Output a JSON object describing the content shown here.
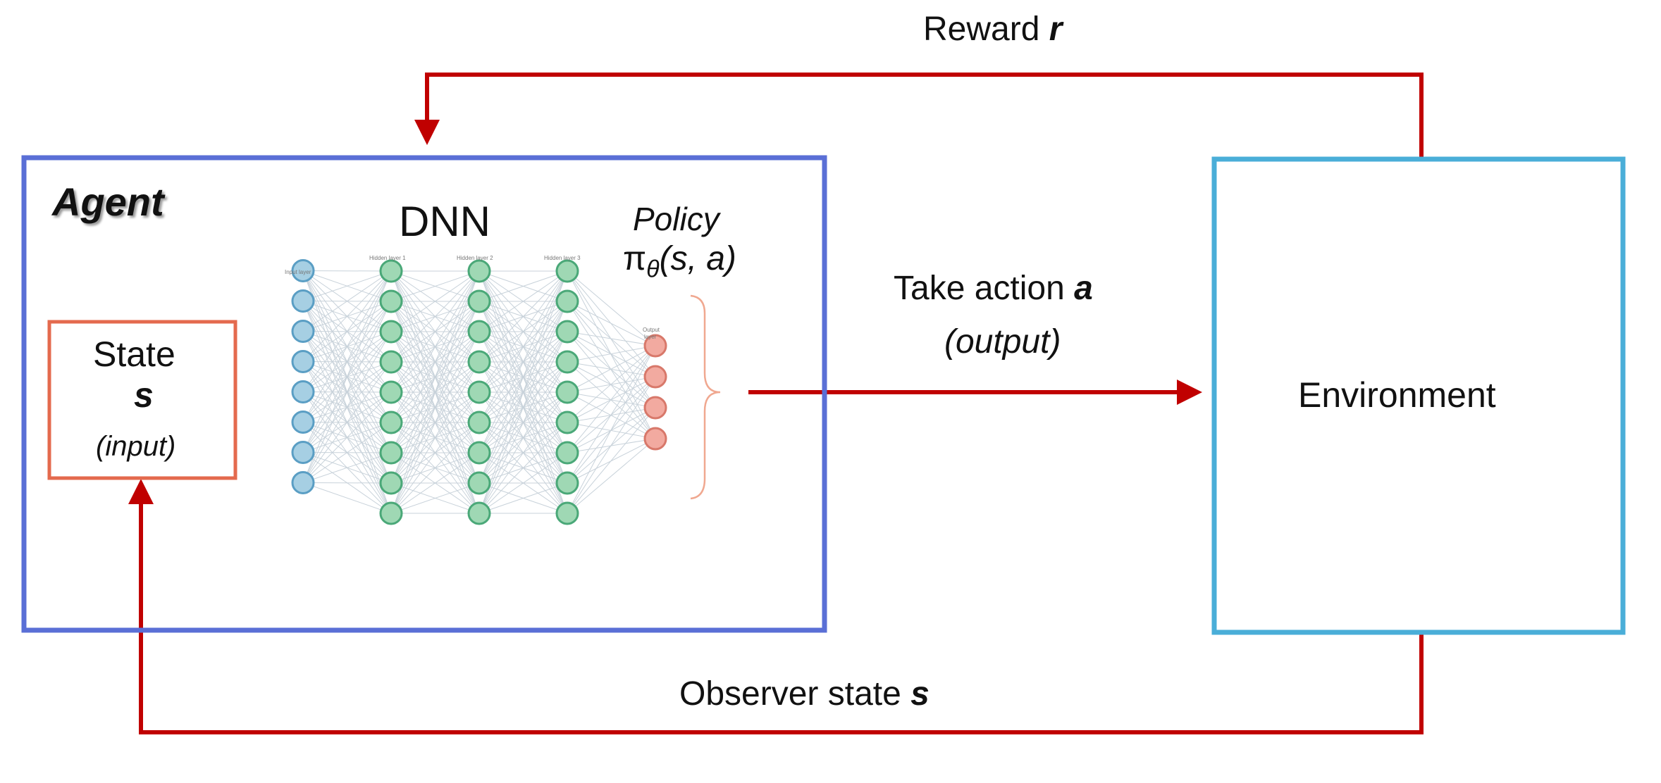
{
  "reward": {
    "text": "Reward ",
    "var": "r"
  },
  "agent": {
    "label": "Agent"
  },
  "dnn": {
    "title": "DNN",
    "input_label": "Input layer",
    "hidden_labels": [
      "Hidden layer 1",
      "Hidden layer 2",
      "Hidden layer 3"
    ],
    "output_label_1": "Output",
    "output_label_2": "layer",
    "layer_sizes": [
      8,
      9,
      9,
      9,
      4
    ]
  },
  "policy": {
    "word": "Policy",
    "symbol": "π",
    "subscript": "θ",
    "args": "(s, a)"
  },
  "state": {
    "title": "State",
    "var": "s",
    "note": "(input)"
  },
  "action": {
    "text": "Take action ",
    "var": "a",
    "note": "(output)"
  },
  "environment": {
    "label": "Environment"
  },
  "observer": {
    "text": "Observer state ",
    "var": "s"
  },
  "colors": {
    "arrow": "#c00000",
    "agent_border": "#5a6fd6",
    "environment_border": "#4aaed8",
    "state_border": "#e46a4e",
    "input_node_fill": "#a6cfe3",
    "input_node_stroke": "#5a9ec4",
    "hidden_node_fill": "#9fd8b4",
    "hidden_node_stroke": "#4aa878",
    "output_node_fill": "#f2aaa0",
    "output_node_stroke": "#d8786a",
    "edge": "#c8d2da",
    "brace": "#f0a890"
  }
}
